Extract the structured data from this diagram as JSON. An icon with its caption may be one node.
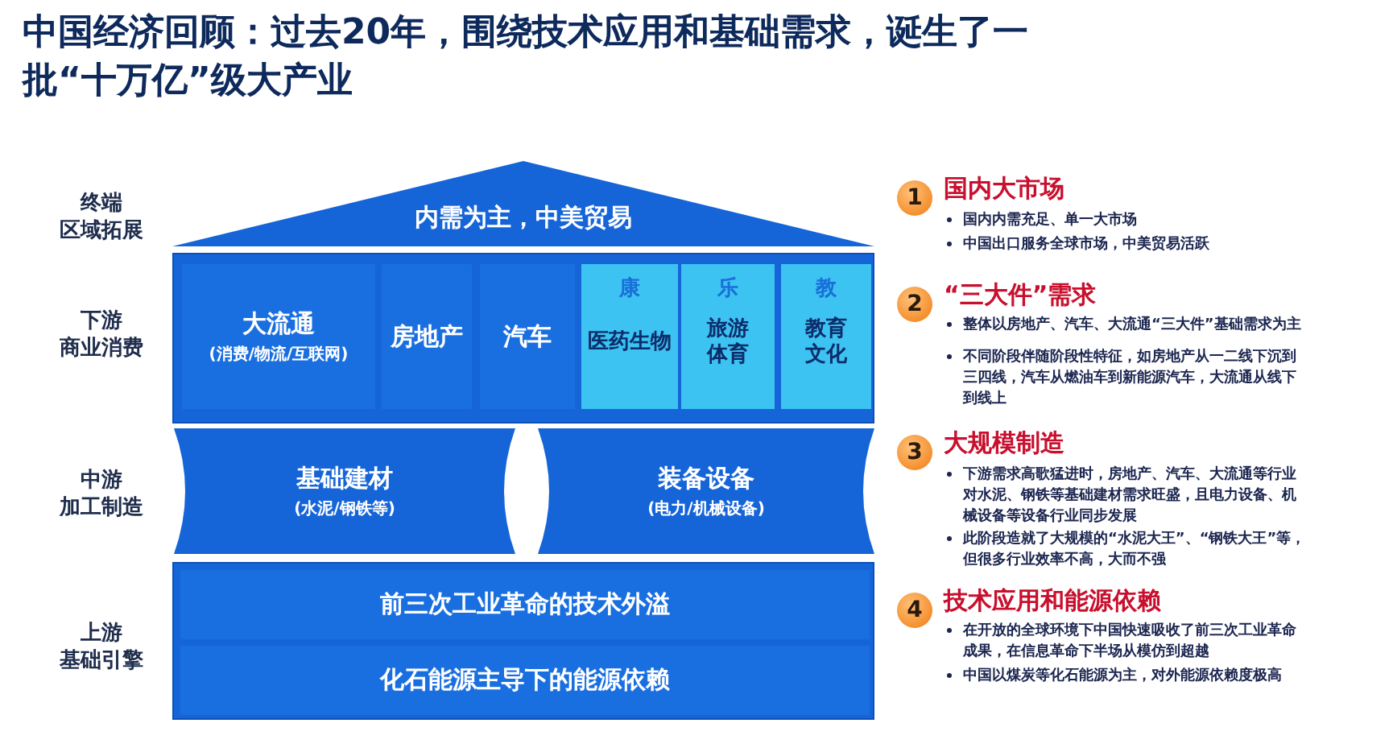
{
  "diagram": {
    "title": "中国经济回顾：过去20年，围绕技术应用和基础需求，诞生了一批“十万亿”级大产业",
    "nodes": [
      {
        "text": [
          "内需为主，中美贸易"
        ]
      },
      {
        "text": [],
        "shape": "box"
      },
      {
        "text": [
          "大流通",
          "(消费/物流/互联网)"
        ],
        "in": 1
      },
      {
        "text": [
          "房地产"
        ],
        "in": 1
      },
      {
        "text": [
          "汽车"
        ],
        "in": 1
      },
      {
        "text": [
          "康",
          "医药生物"
        ],
        "in": 1
      },
      {
        "text": [
          "乐",
          "旅游体育"
        ],
        "in": 1
      },
      {
        "text": [
          "教",
          "教育文化"
        ],
        "in": 1
      },
      {
        "text": [
          "基础建材",
          "(水泥/钢铁等)"
        ]
      },
      {
        "text": [
          "装备设备",
          "(电力/机械设备)"
        ]
      },
      {
        "text": [],
        "shape": "box"
      },
      {
        "text": [
          "前三次工业革命的技术外溢"
        ],
        "in": 10
      },
      {
        "text": [
          "化石能源主导下的能源依赖"
        ],
        "in": 10
      }
    ],
    "labels": [
      "终端",
      "区域拓展",
      "下游",
      "商业消费",
      "中游",
      "加工制造",
      "上游",
      "基础引擎",
      "1",
      "国内大市场",
      "国内内需充足、单一大市场",
      "中国出口服务全球市场，中美贸易活跃",
      "2",
      "“三大件”需求",
      "整体以房地产、汽车、大流通“三大件”基础需求为主",
      "不同阶段伴随阶段性特征，如房地产从一二线下沉到三四线，汽车从燃油车到新能源汽车，大流通从线下到线上",
      "3",
      "大规模制造",
      "下游需求高歌猛进时，房地产、汽车、大流通等行业对水泥、钢铁等基础建材需求旺盛，且电力设备、机械设备等设备行业同步发展",
      "此阶段造就了大规模的“水泥大王”、“钢铁大王”等，但很多行业效率不高，大而不强",
      "4",
      "技术应用和能源依赖",
      "在开放的全球环境下中国快速吸收了前三次工业革命成果，在信息革命下半场从模仿到超越",
      "中国以煤炭等化石能源为主，对外能源依赖度极高"
    ]
  }
}
